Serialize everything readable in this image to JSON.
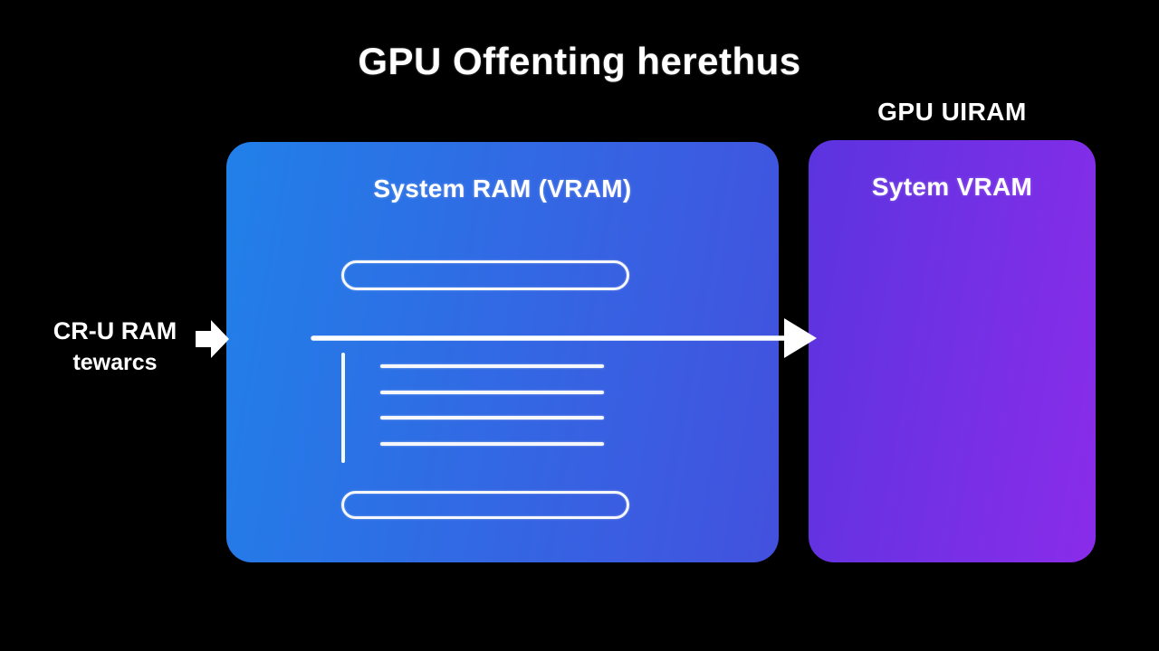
{
  "title": "GPU Offenting herethus",
  "colors": {
    "background": "#000000",
    "box_blue_start": "#2180e9",
    "box_blue_end": "#4351de",
    "box_purple_start": "#5b34df",
    "box_purple_end": "#8a2ce9",
    "line_white": "#f5f7fb",
    "text_white": "#ffffff"
  },
  "left_caption": {
    "line1": "CR-U RAM",
    "line2": "tewarcs"
  },
  "system_ram_box": {
    "label": "System RAM (VRAM)",
    "decoration": {
      "top_pill": "outlined-pill",
      "bottom_pill": "outlined-pill",
      "memory_line_count": 4,
      "vertical_tick": 1
    }
  },
  "gpu_box": {
    "caption_above": "GPU UIRAM",
    "label": "Sytem VRAM"
  },
  "arrows": {
    "transfer_arrow": "blue-box-to-purple-box",
    "input_arrow": "cpu-ram-label-to-blue-box"
  }
}
